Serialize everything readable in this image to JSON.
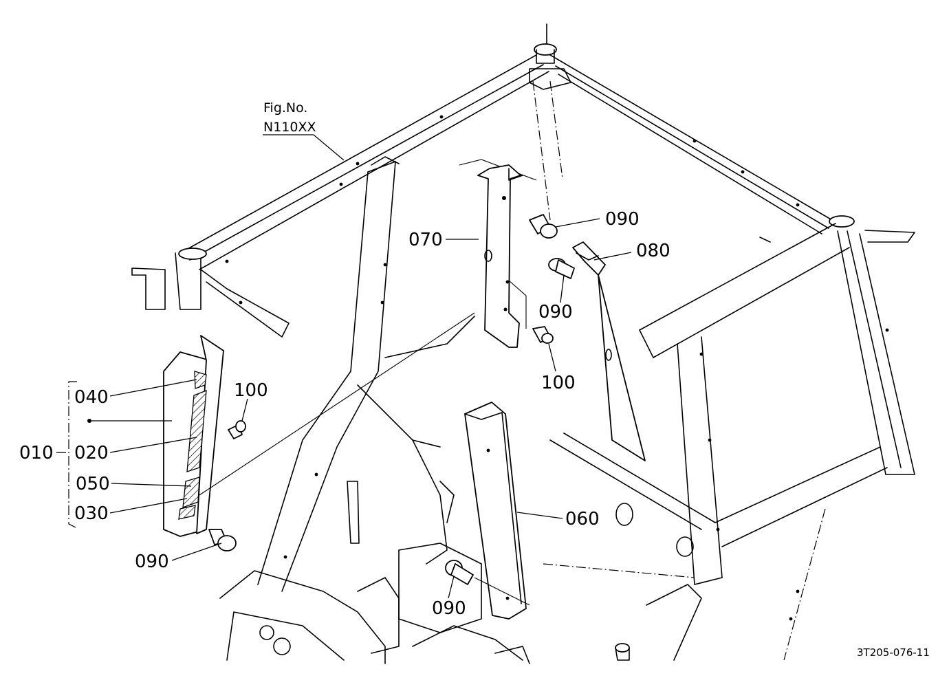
{
  "figure_ref": {
    "line1": "Fig.No.",
    "line2": "N110XX"
  },
  "drawing_code": "3T205-076-11",
  "callouts": {
    "p010": "010",
    "p020": "020",
    "p030": "030",
    "p040": "040",
    "p050": "050",
    "p060": "060",
    "p070": "070",
    "p080": "080",
    "p090_a": "090",
    "p090_b": "090",
    "p090_c": "090",
    "p090_d": "090",
    "p100_a": "100",
    "p100_b": "100"
  }
}
